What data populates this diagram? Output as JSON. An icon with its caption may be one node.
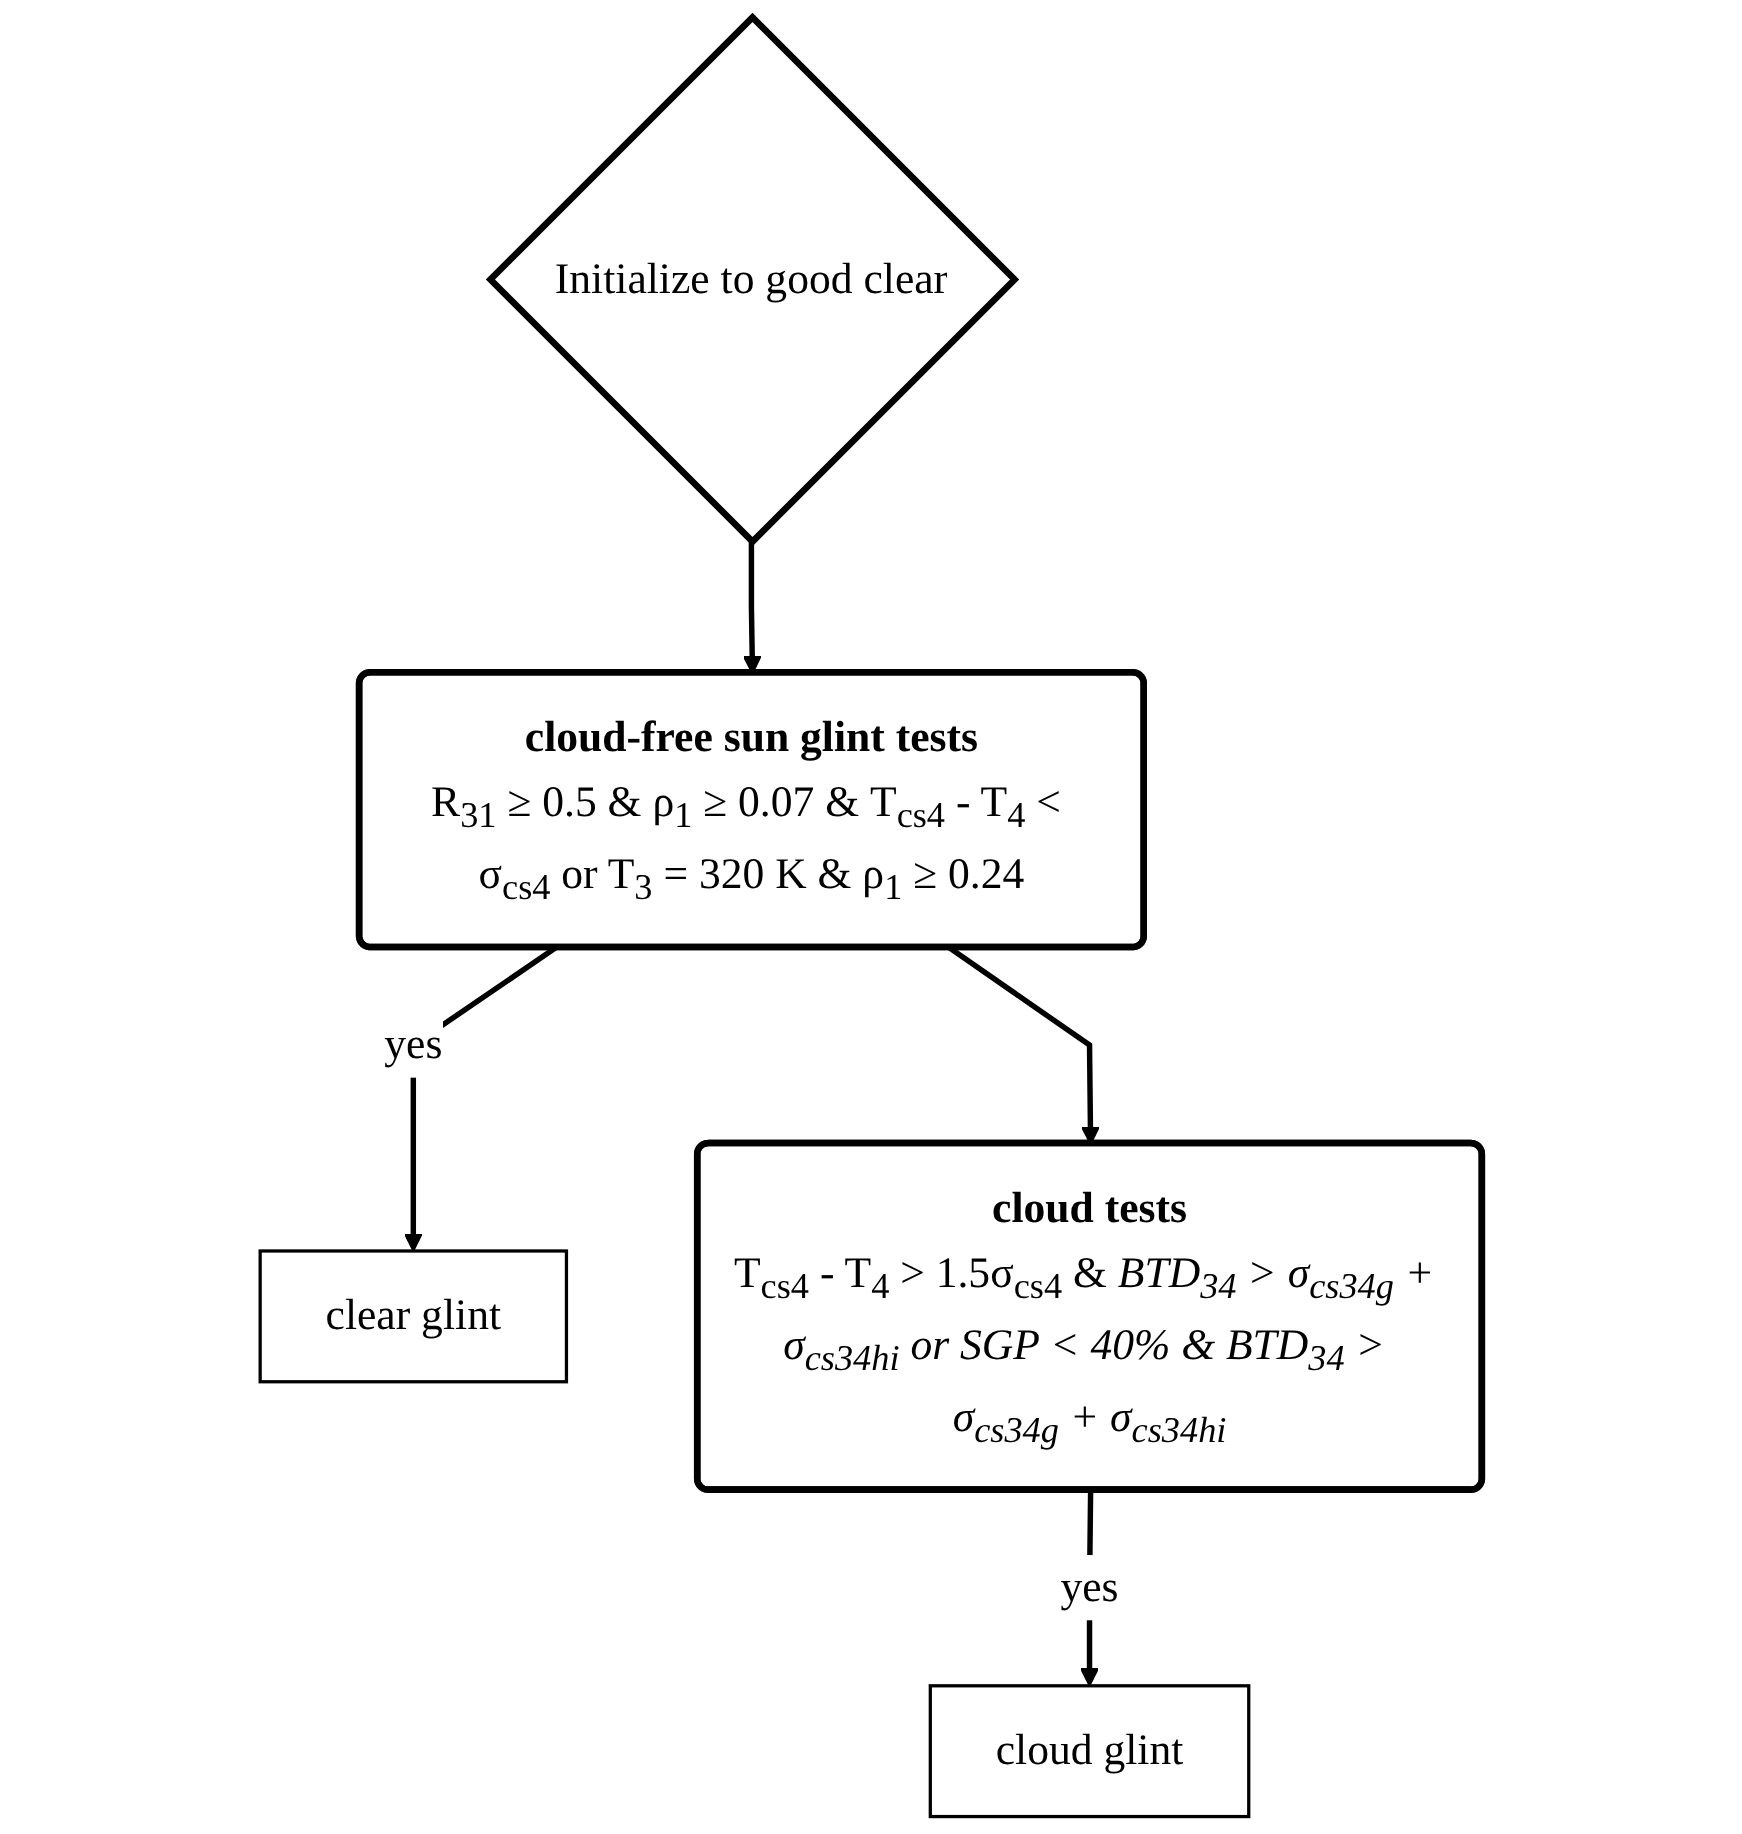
{
  "diagram": {
    "nodes": [
      {
        "text": [
          "Initialize to good clear"
        ]
      },
      {
        "text": [
          "cloud-free sun glint tests",
          "R$_{31}$ ≥ 0.5 & ρ$_{1}$ ≥ 0.07 & T$_{cs4}$ - T$_{4}$ < σ$_{cs4}$ or T$_{3}$ = 320 K & ρ$_{1}$ ≥ 0.24"
        ]
      },
      {
        "text": [
          "clear glint"
        ]
      },
      {
        "text": [
          "cloud tests",
          "T$_{cs4}$ - T$_{4}$ > 1.5σ$_{cs4}$ & *BTD$_{34}$ > σ$_{cs34g}$ + σ$_{cs34hi}$ or SGP < 40% & BTD$_{34}$ > σ$_{cs34g}$ + σ$_{cs34hi}$*"
        ]
      },
      {
        "text": [
          "cloud glint"
        ]
      }
    ],
    "edges": [
      {
        "from": 0,
        "to": 1,
        "arrow": "to"
      },
      {
        "from": 1,
        "to": 2,
        "arrow": "to",
        "label": "yes"
      },
      {
        "from": 1,
        "to": 3,
        "arrow": "to"
      },
      {
        "from": 3,
        "to": 4,
        "arrow": "to",
        "label": "yes"
      }
    ]
  }
}
